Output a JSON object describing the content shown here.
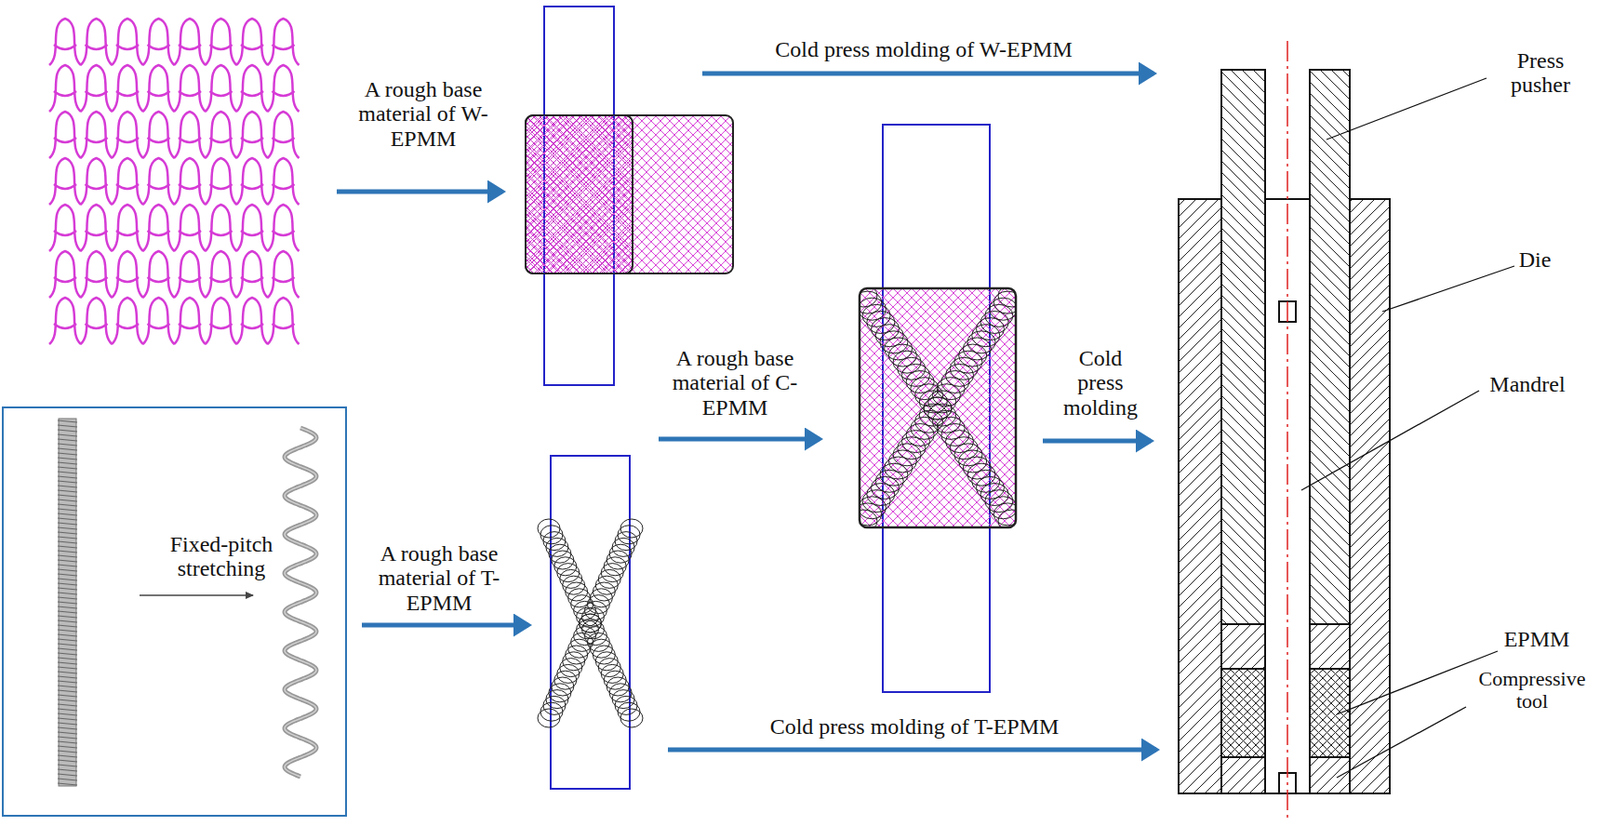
{
  "diagram": {
    "nodes": [
      {
        "text": [
          "Fixed-pitch stretching"
        ]
      }
    ],
    "labels": [
      "Cold press molding of W-EPMM",
      "A rough base material of W-EPMM",
      "A rough base material of C-EPMM",
      "Cold press molding",
      "A rough base material of T-EPMM",
      "Cold press molding of T-EPMM",
      "Press pusher",
      "Die",
      "Mandrel",
      "EPMM",
      "Compressive tool"
    ]
  }
}
